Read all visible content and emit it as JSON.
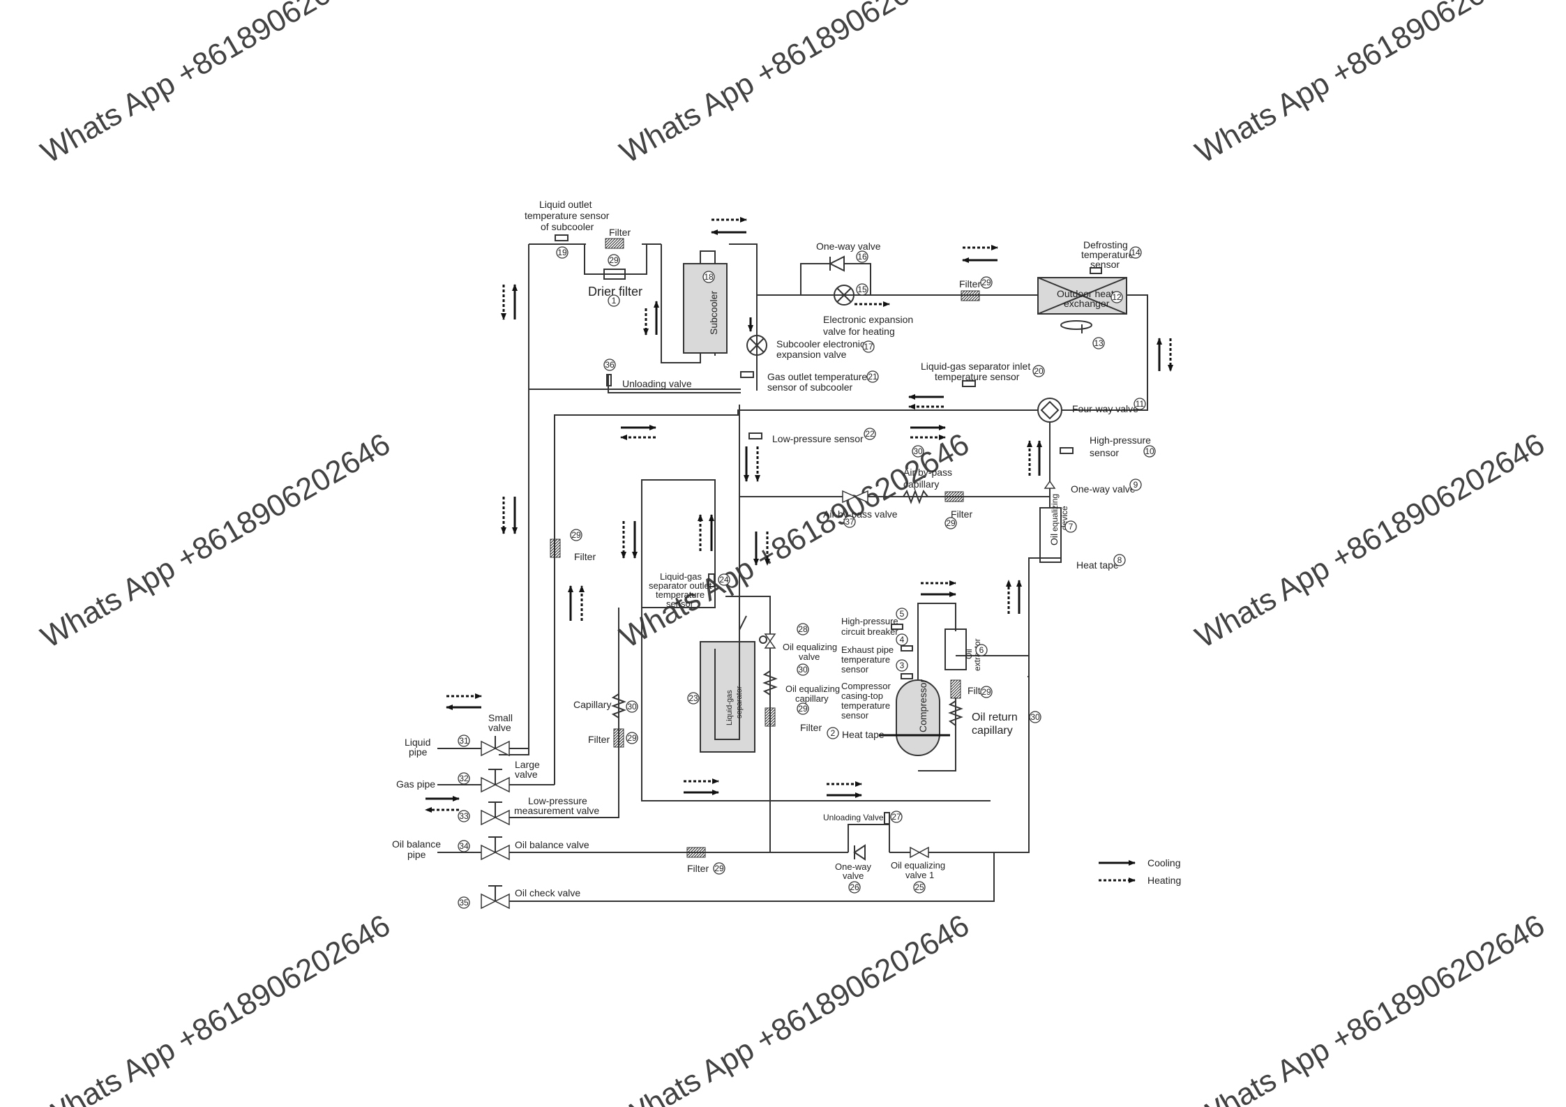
{
  "watermark": "Whats App +8618906202646",
  "legend": {
    "cooling": "Cooling",
    "heating": "Heating"
  },
  "labels": {
    "liquid_outlet_sensor_1": "Liquid outlet",
    "liquid_outlet_sensor_2": "temperature sensor",
    "liquid_outlet_sensor_3": "of subcooler",
    "filter_top": "Filter",
    "drier_filter": "Drier filter",
    "subcooler": "Subcooler",
    "one_way_valve_16": "One-way valve",
    "eev_heating_1": "Electronic expansion",
    "eev_heating_2": "valve for heating",
    "subcooler_eev_1": "Subcooler electronic",
    "subcooler_eev_2": "expansion valve",
    "filter_29_top": "Filter",
    "defrost_sensor_1": "Defrosting",
    "defrost_sensor_2": "temperature",
    "defrost_sensor_3": "sensor",
    "outdoor_hex_1": "Outdoor heat",
    "outdoor_hex_2": "exchanger",
    "unloading_valve_36": "Unloading valve",
    "gas_outlet_sensor_1": "Gas outlet temperature",
    "gas_outlet_sensor_2": "sensor of subcooler",
    "lgs_inlet_sensor_1": "Liquid-gas separator inlet",
    "lgs_inlet_sensor_2": "temperature sensor",
    "four_way_valve": "Four-way valve",
    "low_pressure_sensor": "Low-pressure sensor",
    "high_pressure_sensor_1": "High-pressure",
    "high_pressure_sensor_2": "sensor",
    "air_bypass_cap_1": "Air by-pass",
    "air_bypass_cap_2": "capillary",
    "air_bypass_valve": "Air by-pass valve",
    "filter_bypass": "Filter",
    "one_way_valve_9": "One-way valve",
    "oil_equalizing_device_1": "Oil",
    "oil_equalizing_device_2": "equalizing",
    "oil_equalizing_device_3": "device",
    "heat_tape_8": "Heat tape",
    "filter_left": "Filter",
    "lgs_outlet_sensor_1": "Liquid-gas",
    "lgs_outlet_sensor_2": "separator outlet",
    "lgs_outlet_sensor_3": "temperature",
    "lgs_outlet_sensor_4": "sensor",
    "oil_eq_valve_1": "Oil equalizing",
    "oil_eq_valve_2": "valve",
    "oil_eq_cap_1": "Oil equalizing",
    "oil_eq_cap_2": "capillary",
    "filter_oil_eq": "Filter",
    "lgs_1": "Liquid-gas",
    "lgs_2": "separator",
    "hp_breaker_1": "High-pressure",
    "hp_breaker_2": "circuit breaker",
    "exhaust_sensor_1": "Exhaust pipe",
    "exhaust_sensor_2": "temperature",
    "exhaust_sensor_3": "sensor",
    "casing_sensor_1": "Compressor",
    "casing_sensor_2": "casing-top",
    "casing_sensor_3": "temperature",
    "casing_sensor_4": "sensor",
    "oil_extractor_1": "Oil",
    "oil_extractor_2": "extractor",
    "filter_oil_return": "Filter",
    "oil_return_cap_1": "Oil return",
    "oil_return_cap_2": "capillary",
    "compressor": "Compressor",
    "heat_tape_2": "Heat tape",
    "capillary_30": "Capillary",
    "filter_29_cap": "Filter",
    "small_valve_1": "Small",
    "small_valve_2": "valve",
    "liquid_pipe_1": "Liquid",
    "liquid_pipe_2": "pipe",
    "large_valve_1": "Large",
    "large_valve_2": "valve",
    "gas_pipe": "Gas pipe",
    "lp_meas_valve_1": "Low-pressure",
    "lp_meas_valve_2": "measurement valve",
    "oil_balance_pipe_1": "Oil balance",
    "oil_balance_pipe_2": "pipe",
    "oil_balance_valve": "Oil balance valve",
    "oil_check_valve": "Oil check valve",
    "filter_bottom": "Filter",
    "unloading_valve_27": "Unloading Valve",
    "one_way_valve_26_1": "One-way",
    "one_way_valve_26_2": "valve",
    "oil_eq_valve1_1": "Oil equalizing",
    "oil_eq_valve1_2": "valve 1"
  },
  "numbers": {
    "n1": "1",
    "n2": "2",
    "n3": "3",
    "n4": "4",
    "n5": "5",
    "n6": "6",
    "n7": "7",
    "n8": "8",
    "n9": "9",
    "n10": "10",
    "n11": "11",
    "n12": "12",
    "n13": "13",
    "n14": "14",
    "n15": "15",
    "n16": "16",
    "n17": "17",
    "n18": "18",
    "n19": "19",
    "n20": "20",
    "n21": "21",
    "n22": "22",
    "n23": "23",
    "n24": "24",
    "n25": "25",
    "n26": "26",
    "n27": "27",
    "n28": "28",
    "n29": "29",
    "n30": "30",
    "n31": "31",
    "n32": "32",
    "n33": "33",
    "n34": "34",
    "n35": "35",
    "n36": "36",
    "n37": "37"
  },
  "colors": {
    "line": "#333333",
    "component_fill": "#d9d9d9",
    "watermark": "#c9c9c9"
  }
}
